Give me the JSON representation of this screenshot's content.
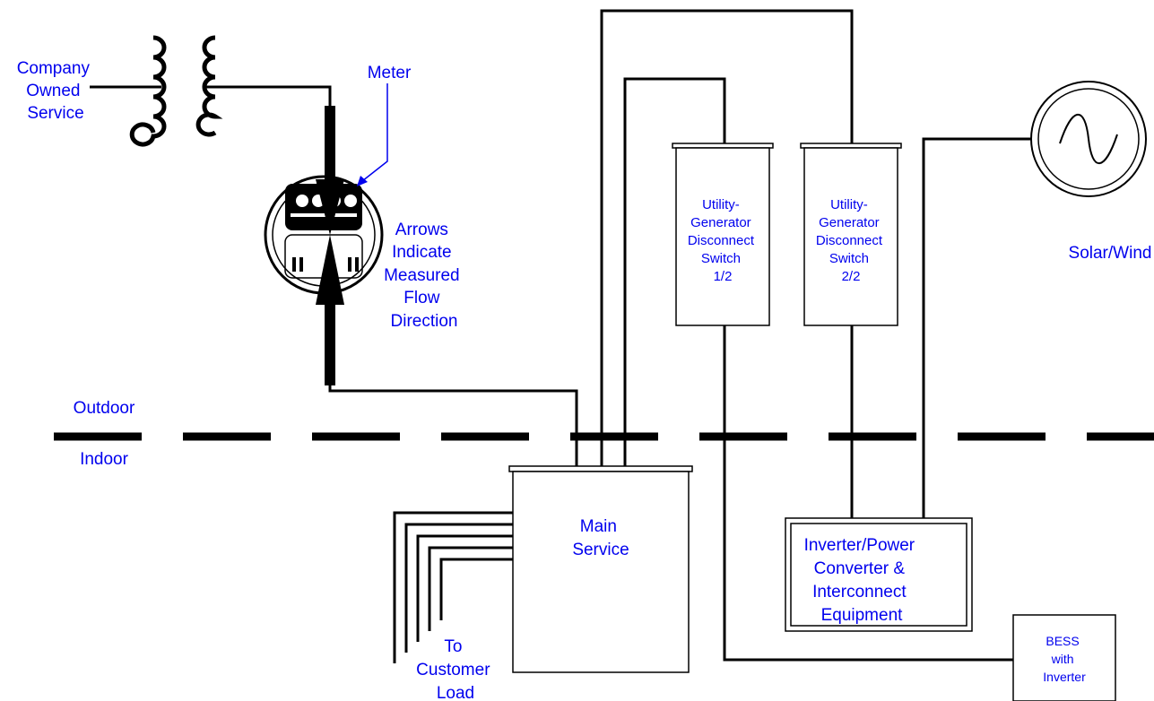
{
  "labels": {
    "company_owned_service": [
      "Company",
      "Owned",
      "Service"
    ],
    "meter": "Meter",
    "arrows_note": [
      "Arrows",
      "Indicate",
      "Measured",
      "Flow",
      "Direction"
    ],
    "outdoor": "Outdoor",
    "indoor": "Indoor",
    "disconnect_1": [
      "Utility-",
      "Generator",
      "Disconnect",
      "Switch",
      "1/2"
    ],
    "disconnect_2": [
      "Utility-",
      "Generator",
      "Disconnect",
      "Switch",
      "2/2"
    ],
    "solar_wind": "Solar/Wind",
    "main_service": [
      "Main",
      "Service"
    ],
    "inverter": [
      "Inverter/Power",
      "Converter &",
      "Interconnect",
      "Equipment"
    ],
    "to_customer_load": [
      "To",
      "Customer",
      "Load"
    ],
    "bess": [
      "BESS",
      "with",
      "Inverter"
    ]
  },
  "colors": {
    "label": "#0000ee",
    "wire": "#000000",
    "background": "#ffffff"
  }
}
